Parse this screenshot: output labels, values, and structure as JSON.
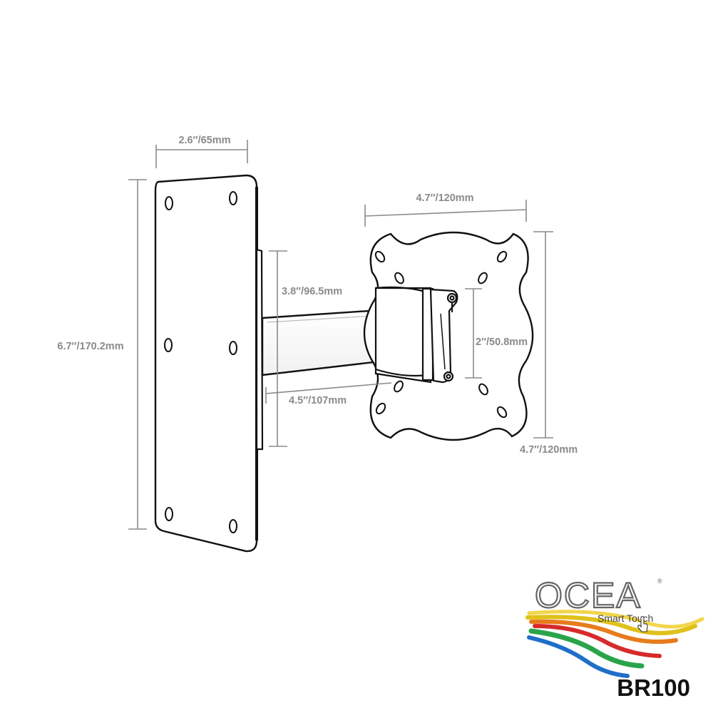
{
  "product": {
    "model": "BR100",
    "brand": {
      "name": "OCEA",
      "registered_mark": "®",
      "tagline": "Smart Touch",
      "swoosh_colors": [
        "#1f6fc9",
        "#2aa44a",
        "#e0c11a",
        "#d62b2b",
        "#e87b1c",
        "#f2d54a"
      ]
    }
  },
  "dimensions": {
    "wall_plate_width": "2.6″/65mm",
    "wall_plate_height": "6.7″/170.2mm",
    "arm_base_height": "3.8″/96.5mm",
    "arm_length": "4.5″/107mm",
    "vesa_width": "4.7″/120mm",
    "vesa_height": "4.7″/120mm",
    "inner_vesa_height": "2″/50.8mm"
  },
  "colors": {
    "outline": "#111111",
    "dimension_line": "#8a8a8a"
  }
}
